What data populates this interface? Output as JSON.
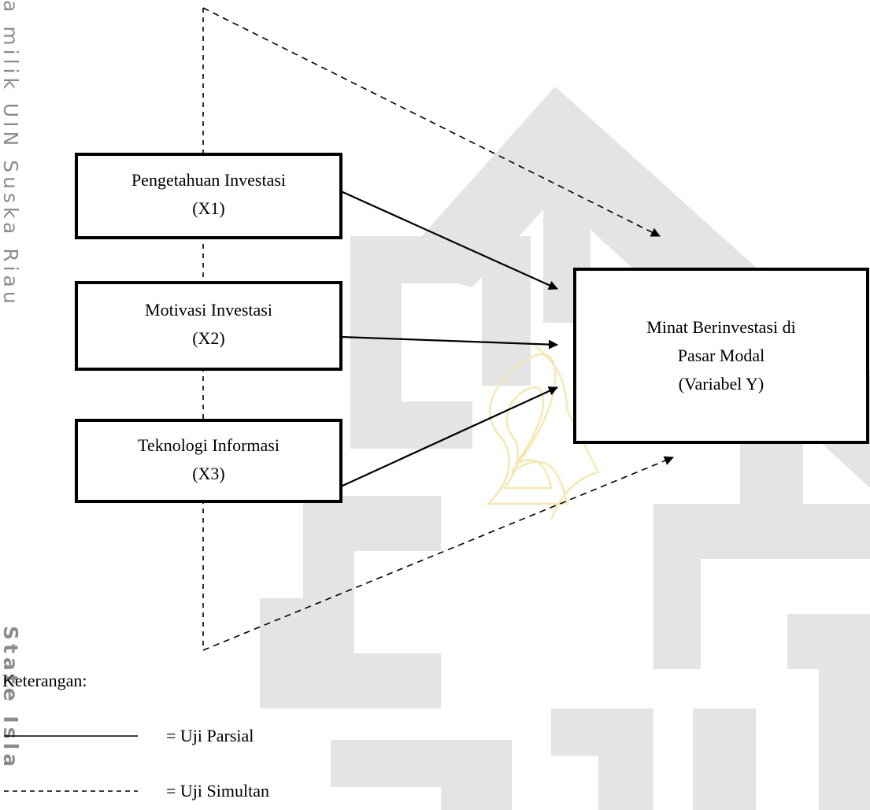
{
  "watermark": {
    "side_text_top": "a milik UIN Suska Riau",
    "side_text_bottom": "State Isla",
    "colors": {
      "logo": "#e3e4e3",
      "logo_center": "#f4e8b4",
      "side_text": "#8c8c8c"
    }
  },
  "diagram": {
    "boxes": [
      {
        "id": "x1",
        "line1": "Pengetahuan Investasi",
        "line2": "(X1)"
      },
      {
        "id": "x2",
        "line1": "Motivasi Investasi",
        "line2": "(X2)"
      },
      {
        "id": "x3",
        "line1": "Teknologi Informasi",
        "line2": "(X3)"
      },
      {
        "id": "y",
        "line1": "Minat Berinvestasi di",
        "line2": "Pasar Modal",
        "line3": "(Variabel Y)"
      }
    ],
    "connections": [
      {
        "from": "x1",
        "to": "y",
        "style": "solid"
      },
      {
        "from": "x2",
        "to": "y",
        "style": "solid"
      },
      {
        "from": "x3",
        "to": "y",
        "style": "solid"
      },
      {
        "from": "x1,x2,x3",
        "to": "y",
        "style": "dashed"
      }
    ]
  },
  "legend": {
    "title": "Keterangan:",
    "items": [
      {
        "style": "solid",
        "label": "= Uji Parsial"
      },
      {
        "style": "dashed",
        "label": "= Uji Simultan"
      }
    ]
  }
}
